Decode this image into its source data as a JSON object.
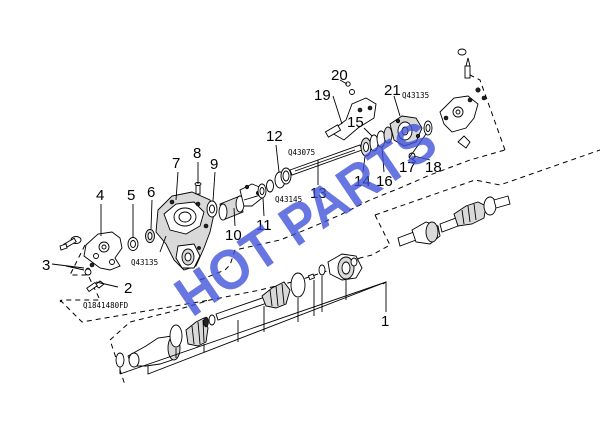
{
  "callouts": {
    "n1": "1",
    "n2": "2",
    "n3": "3",
    "n4": "4",
    "n5": "5",
    "n6": "6",
    "n7": "7",
    "n8": "8",
    "n9": "9",
    "n10": "10",
    "n11": "11",
    "n12": "12",
    "n13": "13",
    "n14": "14",
    "n15": "15",
    "n16": "16",
    "n17": "17",
    "n18": "18",
    "n19": "19",
    "n20": "20",
    "n21": "21"
  },
  "codes": {
    "c_q43135_left": "Q43135",
    "c_q1841480fd": "Q1841480FD",
    "c_q43075": "Q43075",
    "c_q43145": "Q43145",
    "c_q43135_right": "Q43135"
  },
  "watermark": "HOT PARTS"
}
